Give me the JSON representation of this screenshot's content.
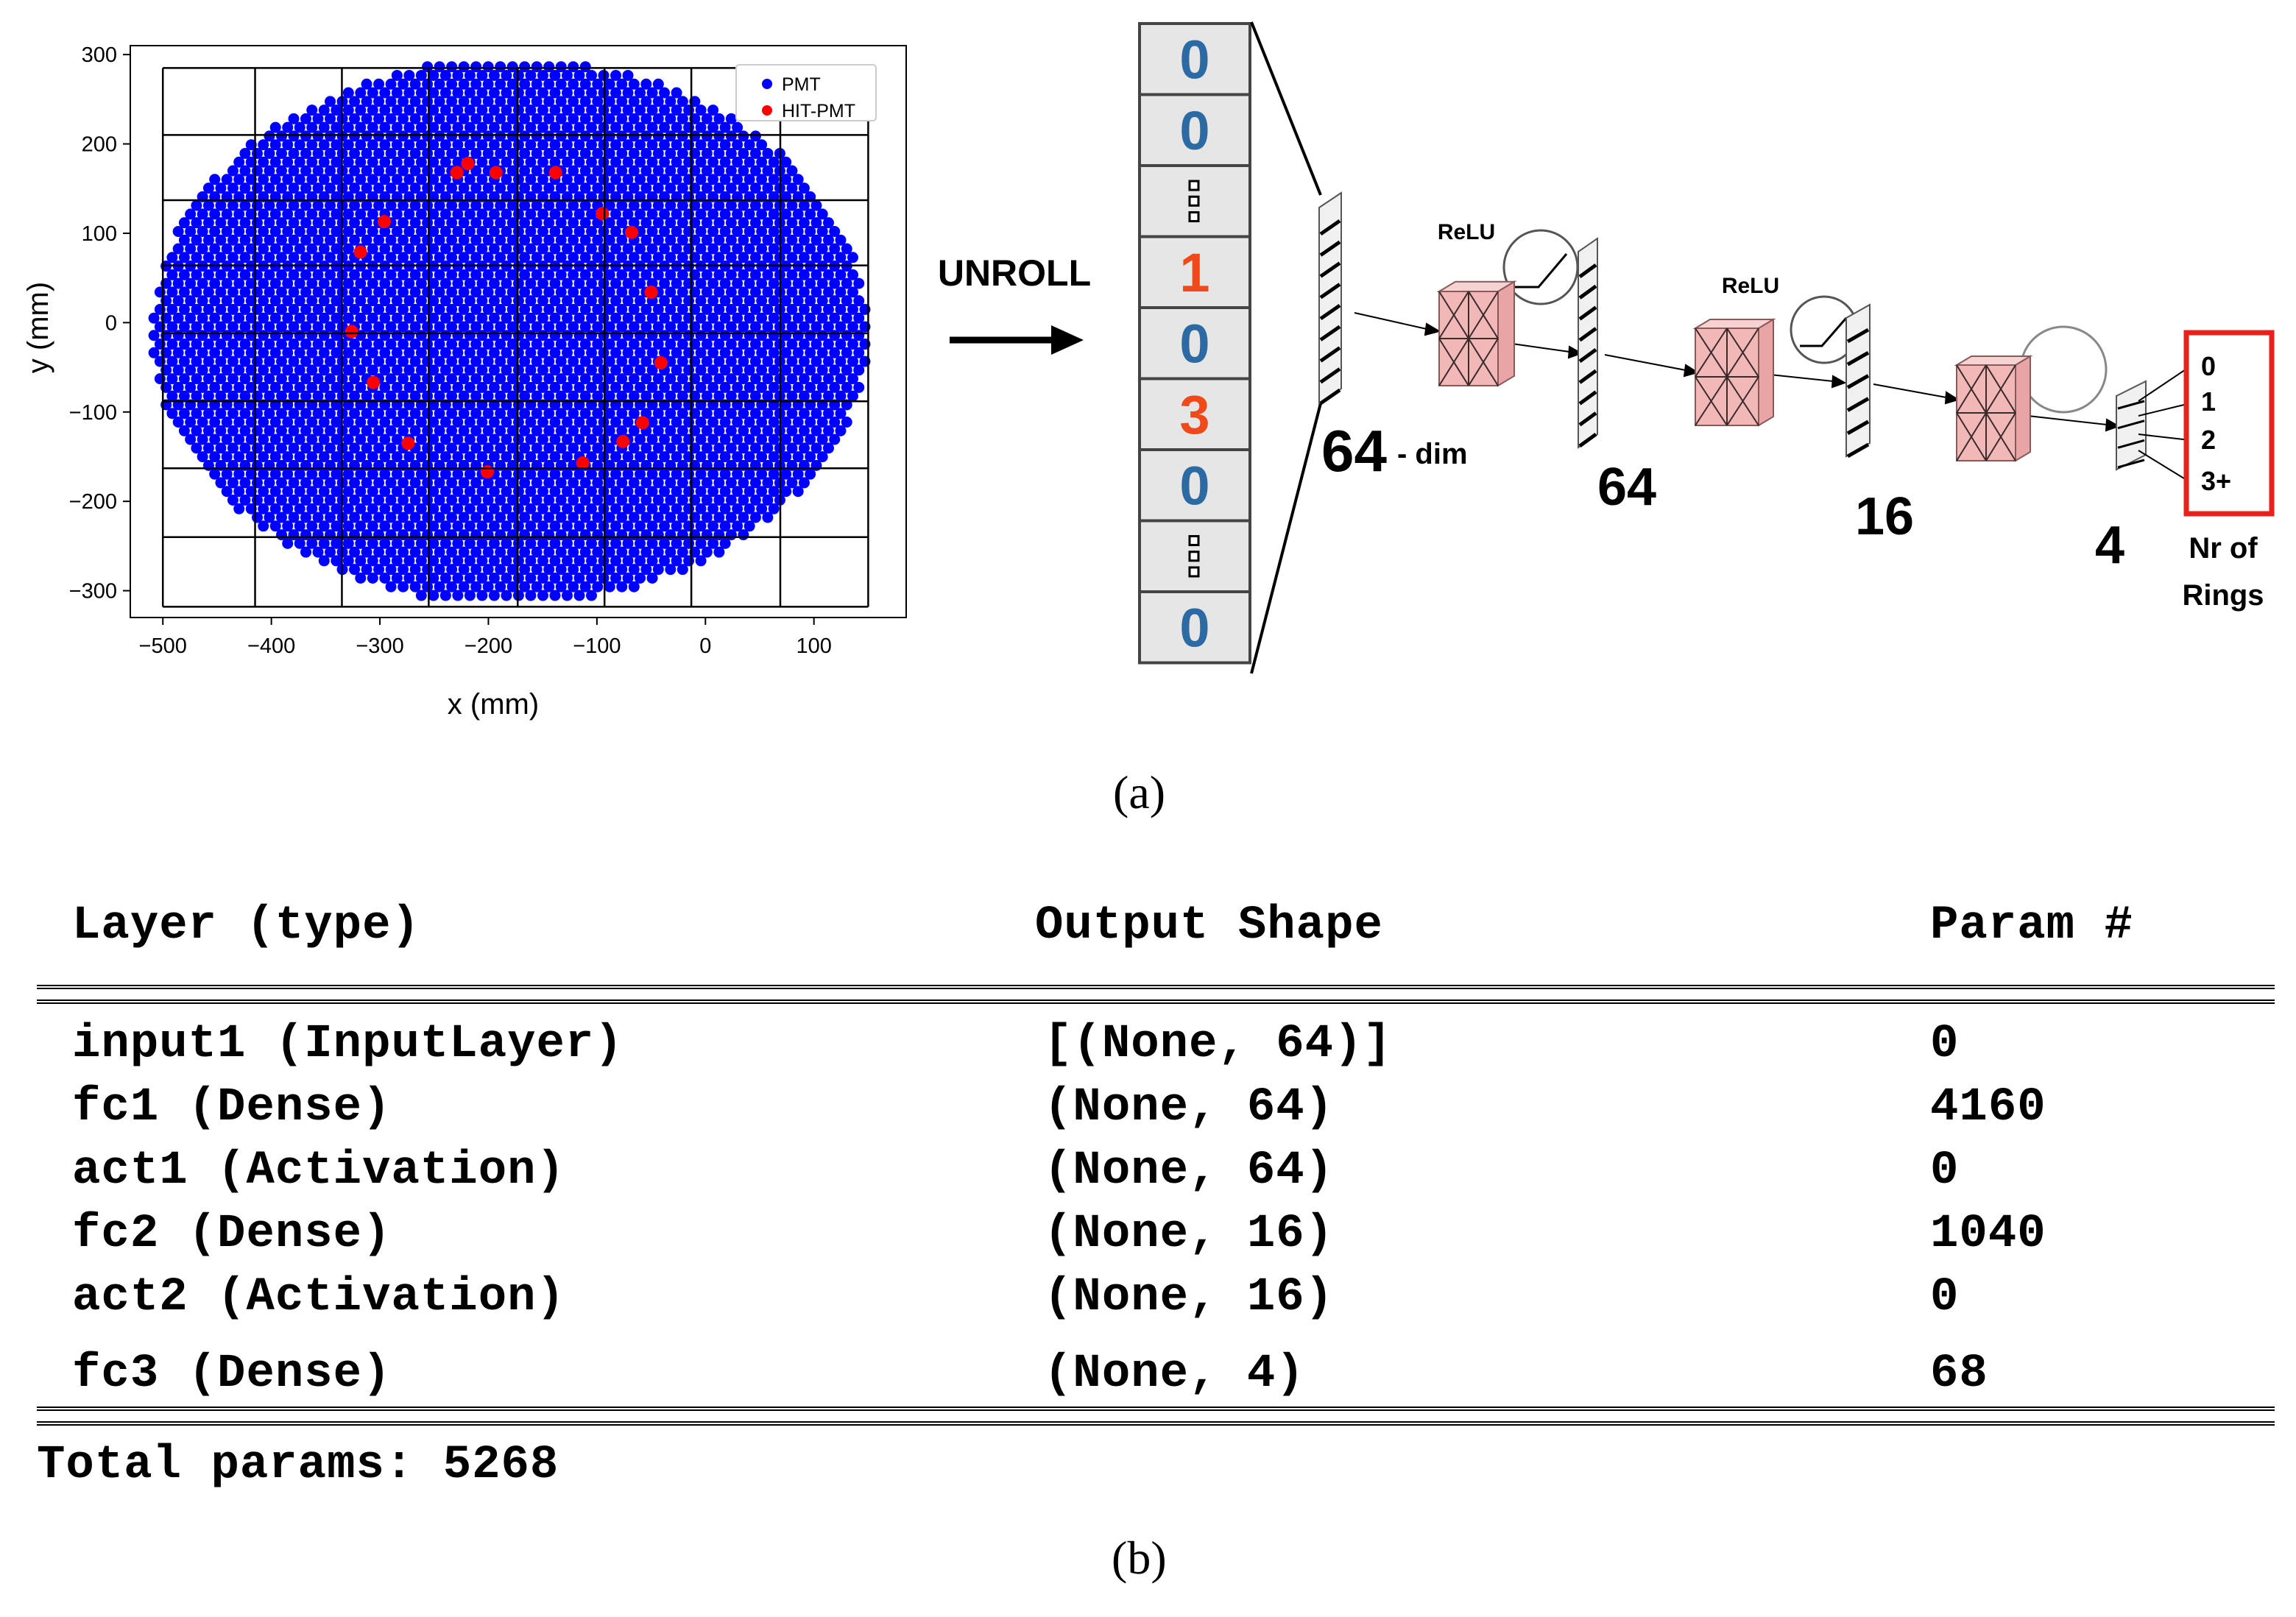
{
  "figure_a": {
    "caption": "(a)",
    "chart_data": {
      "type": "scatter",
      "xlabel": "x (mm)",
      "ylabel": "y (mm)",
      "xlim": [
        -530,
        185
      ],
      "ylim": [
        -330,
        310
      ],
      "xticks": [
        -500,
        -400,
        -300,
        -200,
        -100,
        0,
        100
      ],
      "yticks": [
        -300,
        -200,
        -100,
        0,
        100,
        200,
        300
      ],
      "xtick_labels": [
        "−500",
        "−400",
        "−300",
        "−200",
        "−100",
        "0",
        "100"
      ],
      "ytick_labels": [
        "−300",
        "−200",
        "−100",
        "0",
        "100",
        "200",
        "300"
      ],
      "legend_position": "top-right",
      "series": [
        {
          "name": "PMT",
          "color": "#0000ff",
          "pattern": "dense hexagonal grid of PMT positions, approx. centre (-180, -10) mm, radius approx. 305 mm"
        },
        {
          "name": "HIT-PMT",
          "color": "#ff0000",
          "points": [
            [
              -229,
              168
            ],
            [
              -219,
              178
            ],
            [
              -193,
              168
            ],
            [
              -138,
              168
            ],
            [
              -296,
              113
            ],
            [
              -318,
              79
            ],
            [
              -95,
              122
            ],
            [
              -68,
              101
            ],
            [
              -50,
              34
            ],
            [
              -326,
              -10
            ],
            [
              -41,
              -45
            ],
            [
              -306,
              -67
            ],
            [
              -58,
              -112
            ],
            [
              -76,
              -133
            ],
            [
              -274,
              -135
            ],
            [
              -113,
              -157
            ],
            [
              -201,
              -167
            ]
          ]
        }
      ]
    },
    "arrow_label": "UNROLL",
    "vector_cells": [
      {
        "text": "0",
        "kind": "zero"
      },
      {
        "text": "0",
        "kind": "zero"
      },
      {
        "text": "",
        "kind": "dots"
      },
      {
        "text": "1",
        "kind": "hit"
      },
      {
        "text": "0",
        "kind": "zero"
      },
      {
        "text": "3",
        "kind": "hit"
      },
      {
        "text": "0",
        "kind": "zero"
      },
      {
        "text": "",
        "kind": "dots"
      },
      {
        "text": "0",
        "kind": "zero"
      }
    ],
    "colors": {
      "pmt": "#0000ff",
      "hit": "#ff0000",
      "zero_digit": "#2b6aa3",
      "hit_digit": "#f04a1b",
      "cell_fill": "#e6e6e6",
      "dense_fill": "#f2b8b8",
      "output_box": "#e8211b"
    },
    "network": {
      "activation_labels": [
        "ReLU",
        "ReLU"
      ],
      "input_size": "64",
      "input_suffix": "- dim",
      "layer_sizes": [
        "64",
        "16",
        "4"
      ],
      "output_classes": [
        "0",
        "1",
        "2",
        "3+"
      ],
      "output_caption_line1": "Nr of",
      "output_caption_line2": "Rings"
    }
  },
  "figure_b": {
    "caption": "(b)",
    "header": {
      "layer": "Layer (type)",
      "shape": "Output Shape",
      "params": "Param #"
    },
    "rows": [
      {
        "layer": "input1 (InputLayer)",
        "shape": "[(None, 64)]",
        "params": "0"
      },
      {
        "layer": "fc1 (Dense)",
        "shape": "(None, 64)",
        "params": "4160"
      },
      {
        "layer": "act1 (Activation)",
        "shape": "(None, 64)",
        "params": "0"
      },
      {
        "layer": "fc2 (Dense)",
        "shape": "(None, 16)",
        "params": "1040"
      },
      {
        "layer": "act2 (Activation)",
        "shape": "(None, 16)",
        "params": "0"
      },
      {
        "layer": "fc3 (Dense)",
        "shape": "(None, 4)",
        "params": "68"
      }
    ],
    "total": "Total params: 5268"
  }
}
